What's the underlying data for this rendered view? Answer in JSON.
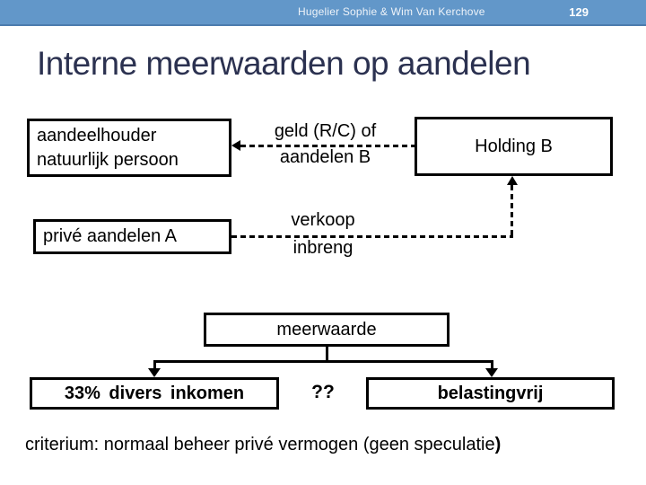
{
  "header": {
    "authors": "Hugelier Sophie & Wim Van Kerchove",
    "page_number": "129"
  },
  "title": "Interne meerwaarden op aandelen",
  "diagram": {
    "shareholder_box": {
      "line1": "aandeelhouder",
      "line2": "natuurlijk persoon"
    },
    "holding_box": {
      "label": "Holding B"
    },
    "prive_box": {
      "label": "privé aandelen A"
    },
    "geld_edge": {
      "line1": "geld (R/C) of",
      "line2": "aandelen B"
    },
    "verkoop_edge": {
      "line1": "verkoop",
      "line2": "inbreng"
    },
    "meerwaarde_box": {
      "label": "meerwaarde"
    },
    "outcomes": {
      "divers": "33% divers inkomen",
      "question": "??",
      "belastingvrij": "belastingvrij"
    }
  },
  "footer": {
    "text": "criterium: normaal beheer privé vermogen (geen speculatie",
    "bold_suffix": ")"
  },
  "colors": {
    "header_bar": "#6297c9",
    "header_bar_border": "#4c7cae",
    "title_text": "#2b3150",
    "diagram_ink": "#000000"
  }
}
